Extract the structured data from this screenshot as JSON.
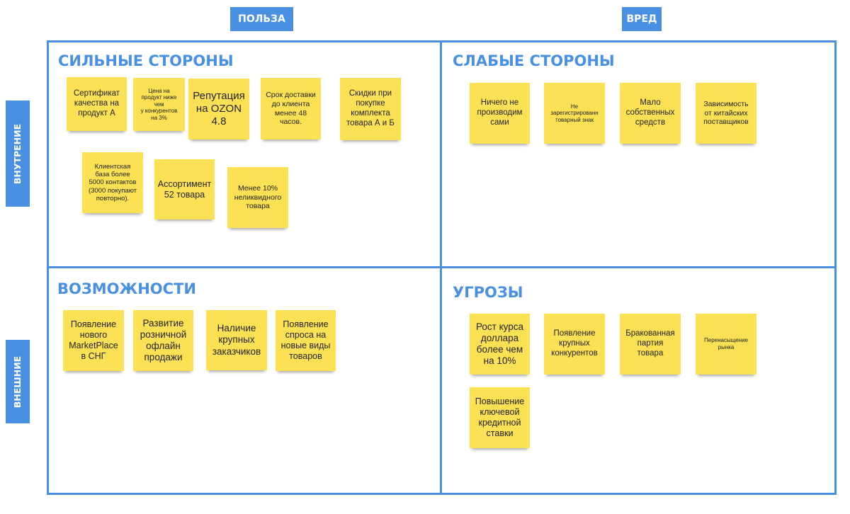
{
  "columns": {
    "benefit": "ПОЛЬЗА",
    "harm": "ВРЕД"
  },
  "rows": {
    "internal": "ВНУТРЕНИЕ",
    "external": "ВНЕШНИЕ"
  },
  "colors": {
    "accent": "#4a90e2",
    "note": "#fde154"
  },
  "quadrants": {
    "strengths": {
      "title": "СИЛЬНЫЕ СТОРОНЫ",
      "notes": [
        "Сертификат\nкачества на\nпродукт А",
        "Цена на\nпродукт ниже\nчем\nу конкурентов\nна 3%",
        "Репутация\nна OZON\n4.8",
        "Срок доставки\nдо клиента\nменее 48\nчасов.",
        "Скидки при\nпокупке\nкомплекта\nтовара А и Б",
        "Клиентская\nбаза более\n5000 контактов\n(3000 покупают\nповторно).",
        "Ассортимент\n52 товара",
        "Менее 10%\nнеликвидного\nтовара"
      ]
    },
    "weaknesses": {
      "title": "СЛАБЫЕ СТОРОНЫ",
      "notes": [
        "Ничего не\nпроизводим\nсами",
        "Не\nзарегистрированн\nтоварный знак",
        "Мало\nсобственных\nсредств",
        "Зависимость\nот китайских\nпоставщиков"
      ]
    },
    "opportunities": {
      "title": "ВОЗМОЖНОСТИ",
      "notes": [
        "Появление\nнового\nMarketPlace\nв СНГ",
        "Развитие\nрозничной\nофлайн\nпродажи",
        "Наличие\nкрупных\nзаказчиков",
        "Появление\nспроса на\nновые виды\nтоваров"
      ]
    },
    "threats": {
      "title": "УГРОЗЫ",
      "notes": [
        "Рост курса\nдоллара\nболее чем\nна 10%",
        "Появление\nкрупных\nконкурентов",
        "Бракованная\nпартия\nтовара",
        "Перенасыщение\nрынка",
        "Повышение\nключевой\nкредитной\nставки"
      ]
    }
  }
}
